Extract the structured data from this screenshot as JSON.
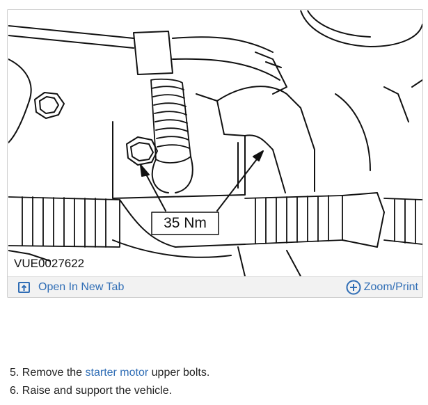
{
  "figure": {
    "torque_label": "35 Nm",
    "figure_code": "VUE0027622"
  },
  "toolbar": {
    "open_tab_label": "Open In New Tab",
    "zoom_label": "Zoom/Print",
    "accent_color": "#2f6db5"
  },
  "steps": [
    {
      "number": "5.",
      "before": "Remove the",
      "link": "starter motor",
      "after": "upper bolts."
    },
    {
      "number": "6.",
      "text": "Raise and support the vehicle."
    }
  ]
}
